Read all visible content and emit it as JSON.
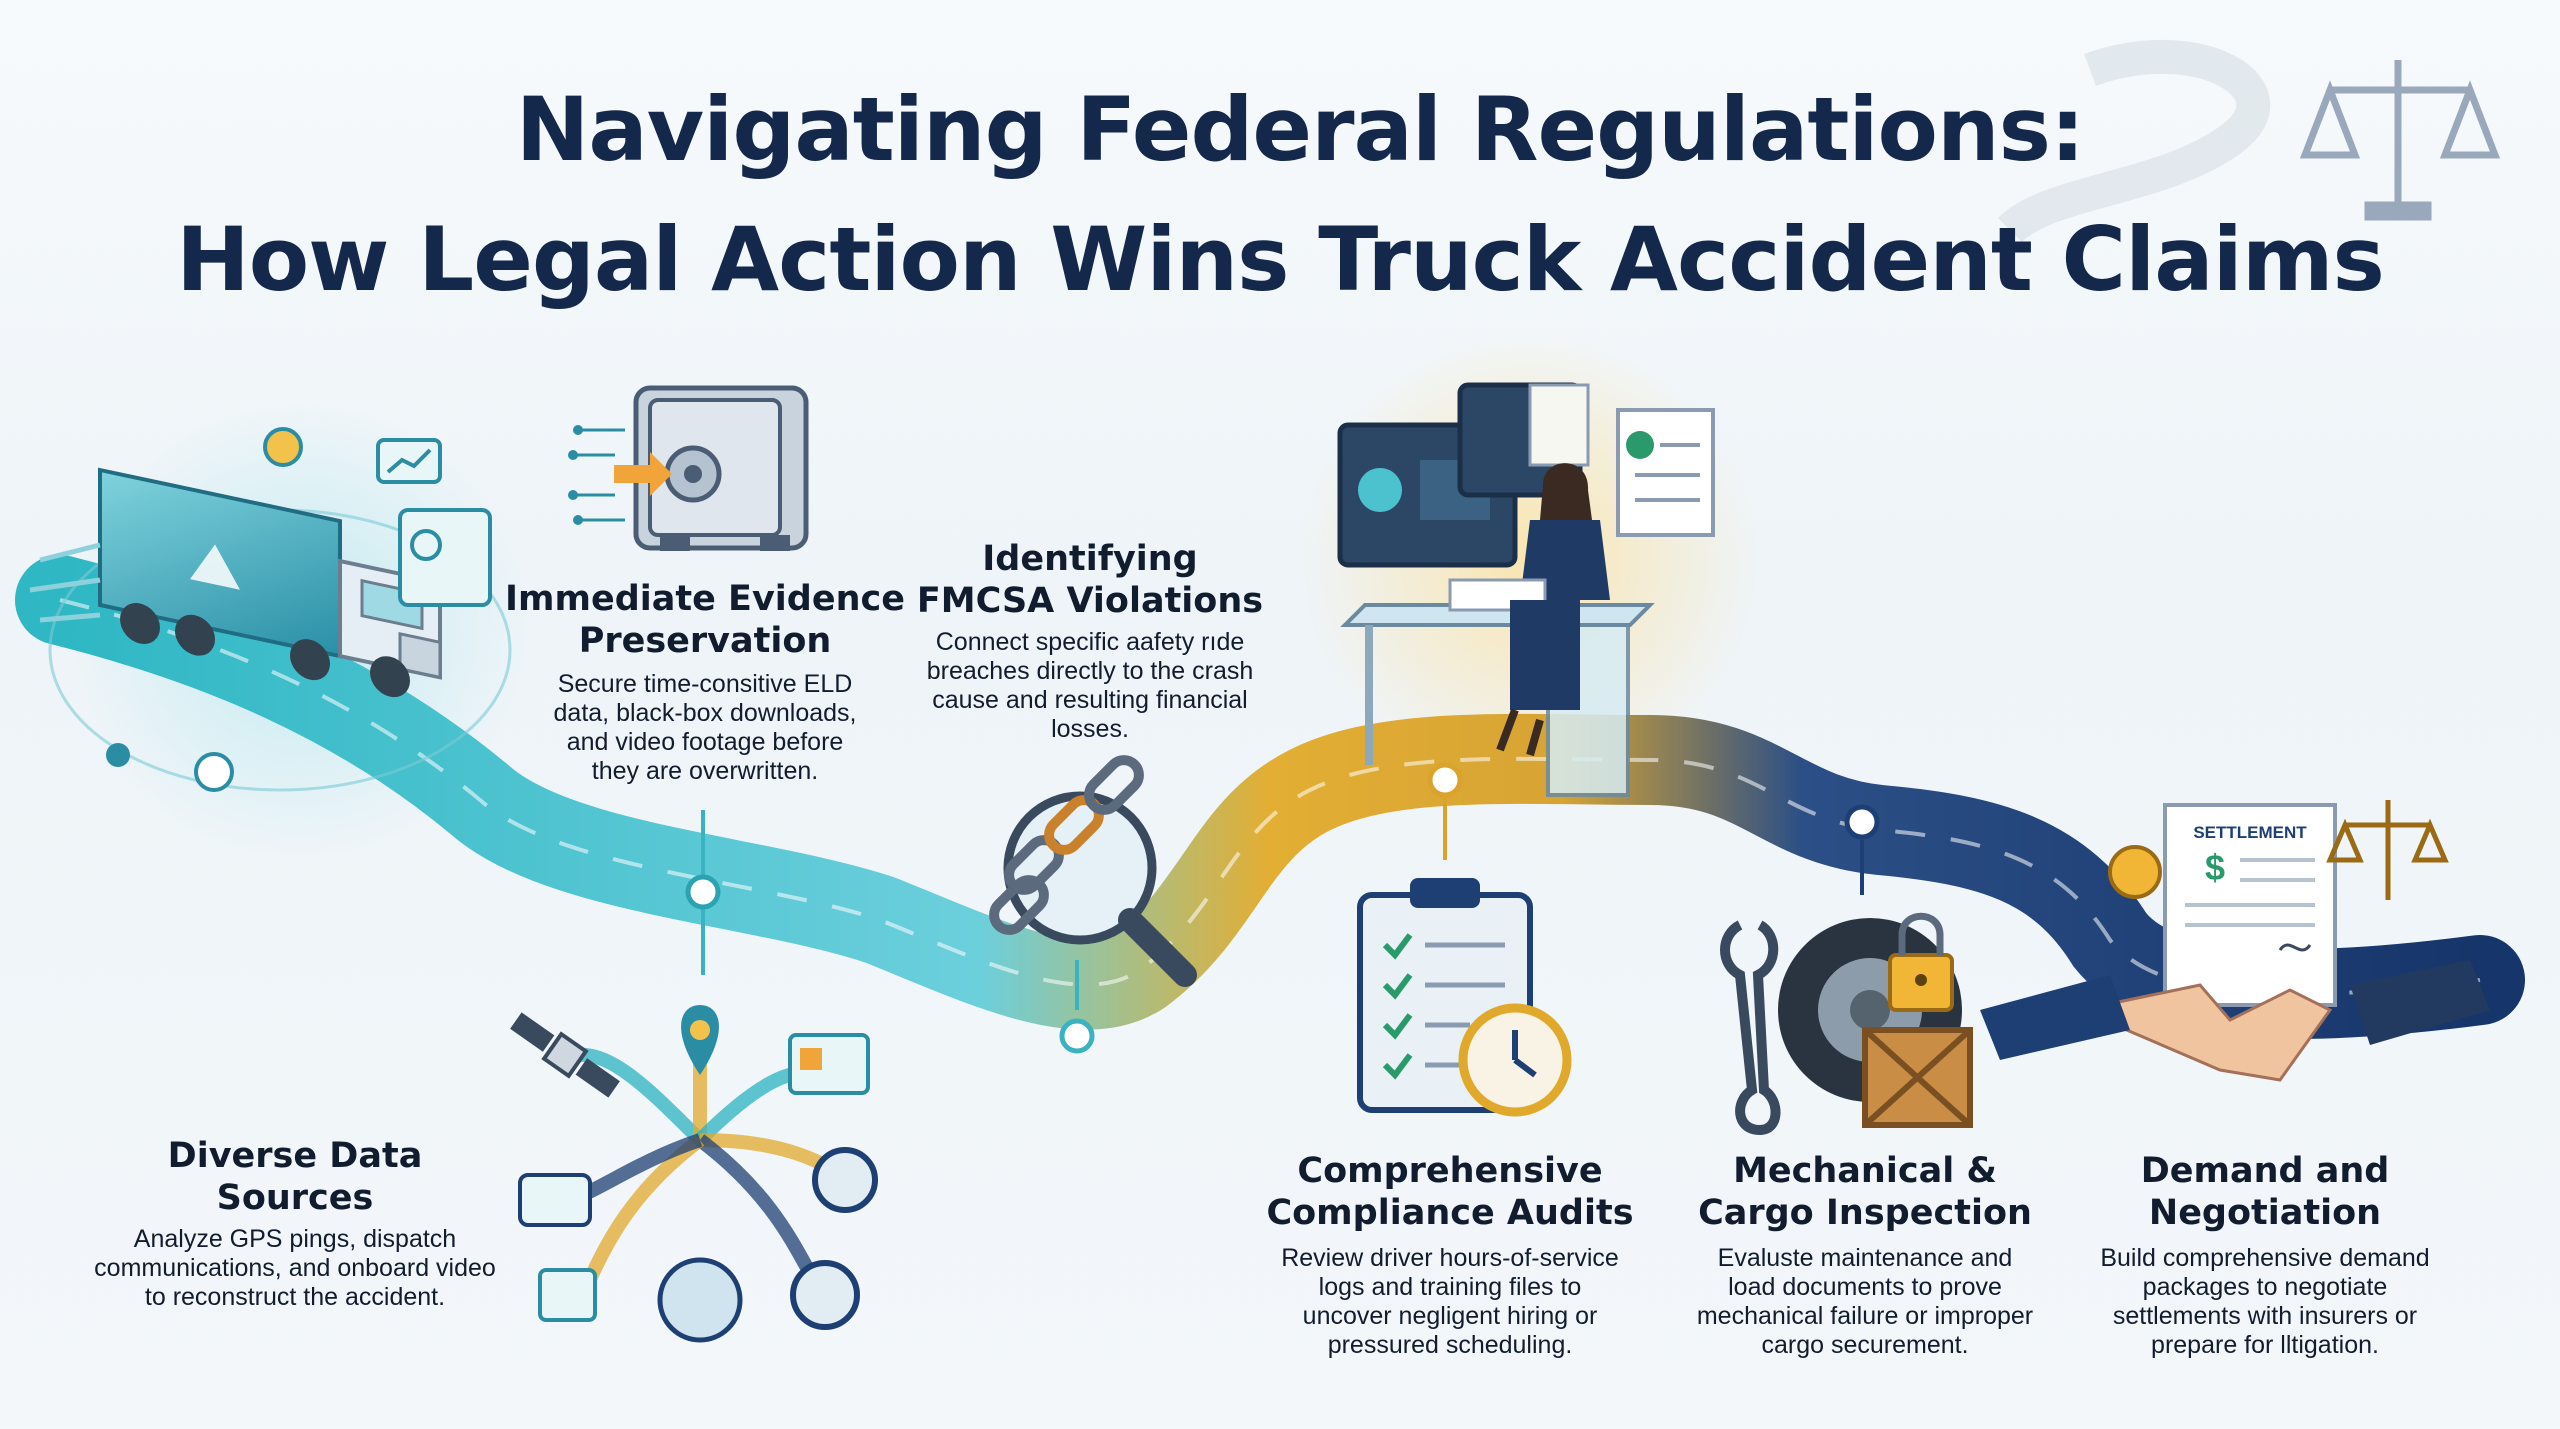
{
  "title": {
    "line1": "Navigating Federal Regulations:",
    "line2": "How Legal Action Wins Truck Accident Claims"
  },
  "steps": [
    {
      "heading_1": "Immediate Evidence",
      "heading_2": "Preservation",
      "desc": [
        "Secure time-consitive ELD",
        "data, black-box downloads,",
        "and video footage before",
        "they are overwritten."
      ]
    },
    {
      "heading_1": "Identifying",
      "heading_2": "FMCSA Violations",
      "desc": [
        "Connect specific aafety rıde",
        "breaches directly to the crash",
        "cause and resulting financial",
        "losses."
      ]
    },
    {
      "heading_1": "Diverse Data",
      "heading_2": "Sources",
      "desc": [
        "Analyze GPS pings, dispatch",
        "communications, and onboard video",
        "to reconstruct the accident."
      ]
    },
    {
      "heading_1": "Comprehensive",
      "heading_2": "Compliance Audits",
      "desc": [
        "Review driver hours-of-service",
        "logs and training files to",
        "uncover negligent hiring or",
        "pressured scheduling."
      ]
    },
    {
      "heading_1": "Mechanical &",
      "heading_2": "Cargo Inspection",
      "desc": [
        "Evaluste maintenance and",
        "load documents to prove",
        "mechanical failure or improper",
        "cargo securement."
      ]
    },
    {
      "heading_1": "Demand and",
      "heading_2": "Negotiation",
      "desc": [
        "Build comprehensive demand",
        "packages to negotiate",
        "settlements with insurers or",
        "prepare for lltigation."
      ]
    }
  ],
  "settlement_label": "SETTLEMENT",
  "colors": {
    "title": "#14284b",
    "teal": "#2bb3c0",
    "gold": "#e0a92c",
    "navy": "#1d3f73"
  }
}
